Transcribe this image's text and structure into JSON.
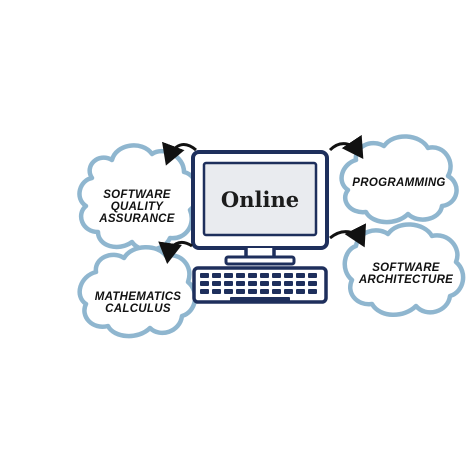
{
  "screen_label": "Online",
  "topics": {
    "quality": [
      "SOFTWARE",
      "QUALITY",
      "ASSURANCE"
    ],
    "programming": [
      "PROGRAMMING"
    ],
    "math": [
      "MATHEMATICS",
      "CALCULUS"
    ],
    "architecture": [
      "SOFTWARE",
      "ARCHITECTURE"
    ]
  },
  "colors": {
    "cloud_outline": "#8fb6cf",
    "cloud_fill": "#ffffff",
    "computer_stroke": "#1e2f5c",
    "screen_fill": "#e9ebef",
    "arrow": "#111111"
  }
}
